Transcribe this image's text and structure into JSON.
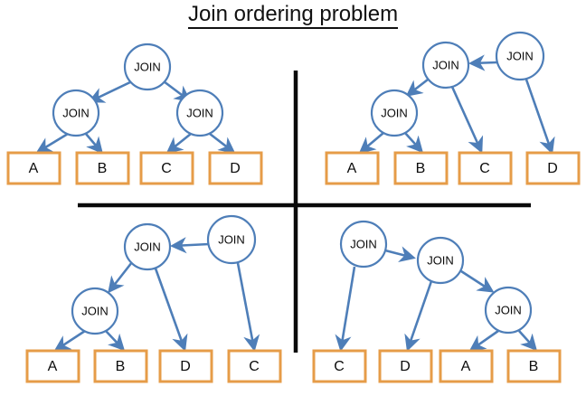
{
  "title": {
    "text": "Join ordering problem"
  },
  "colors": {
    "node_stroke": "#4E7EB8",
    "leaf_stroke": "#E69C48",
    "edge": "#4E7EB8",
    "divider": "#0a0a0a",
    "text": "#0b0b0b",
    "background": "#ffffff"
  },
  "labels": {
    "join": "JOIN",
    "a": "A",
    "b": "B",
    "c": "C",
    "d": "D"
  },
  "quadrants": [
    {
      "name": "bushy-tree-abcd",
      "shape": "bushy",
      "leaf_order": [
        "A",
        "B",
        "C",
        "D"
      ],
      "join_count": 3
    },
    {
      "name": "left-deep-tree-abcd",
      "shape": "left-deep",
      "leaf_order": [
        "A",
        "B",
        "C",
        "D"
      ],
      "join_count": 3
    },
    {
      "name": "left-deep-tree-abdc",
      "shape": "left-deep",
      "leaf_order": [
        "A",
        "B",
        "D",
        "C"
      ],
      "join_count": 3
    },
    {
      "name": "right-deep-tree-cdab",
      "shape": "right-deep",
      "leaf_order": [
        "C",
        "D",
        "A",
        "B"
      ],
      "join_count": 3
    }
  ]
}
